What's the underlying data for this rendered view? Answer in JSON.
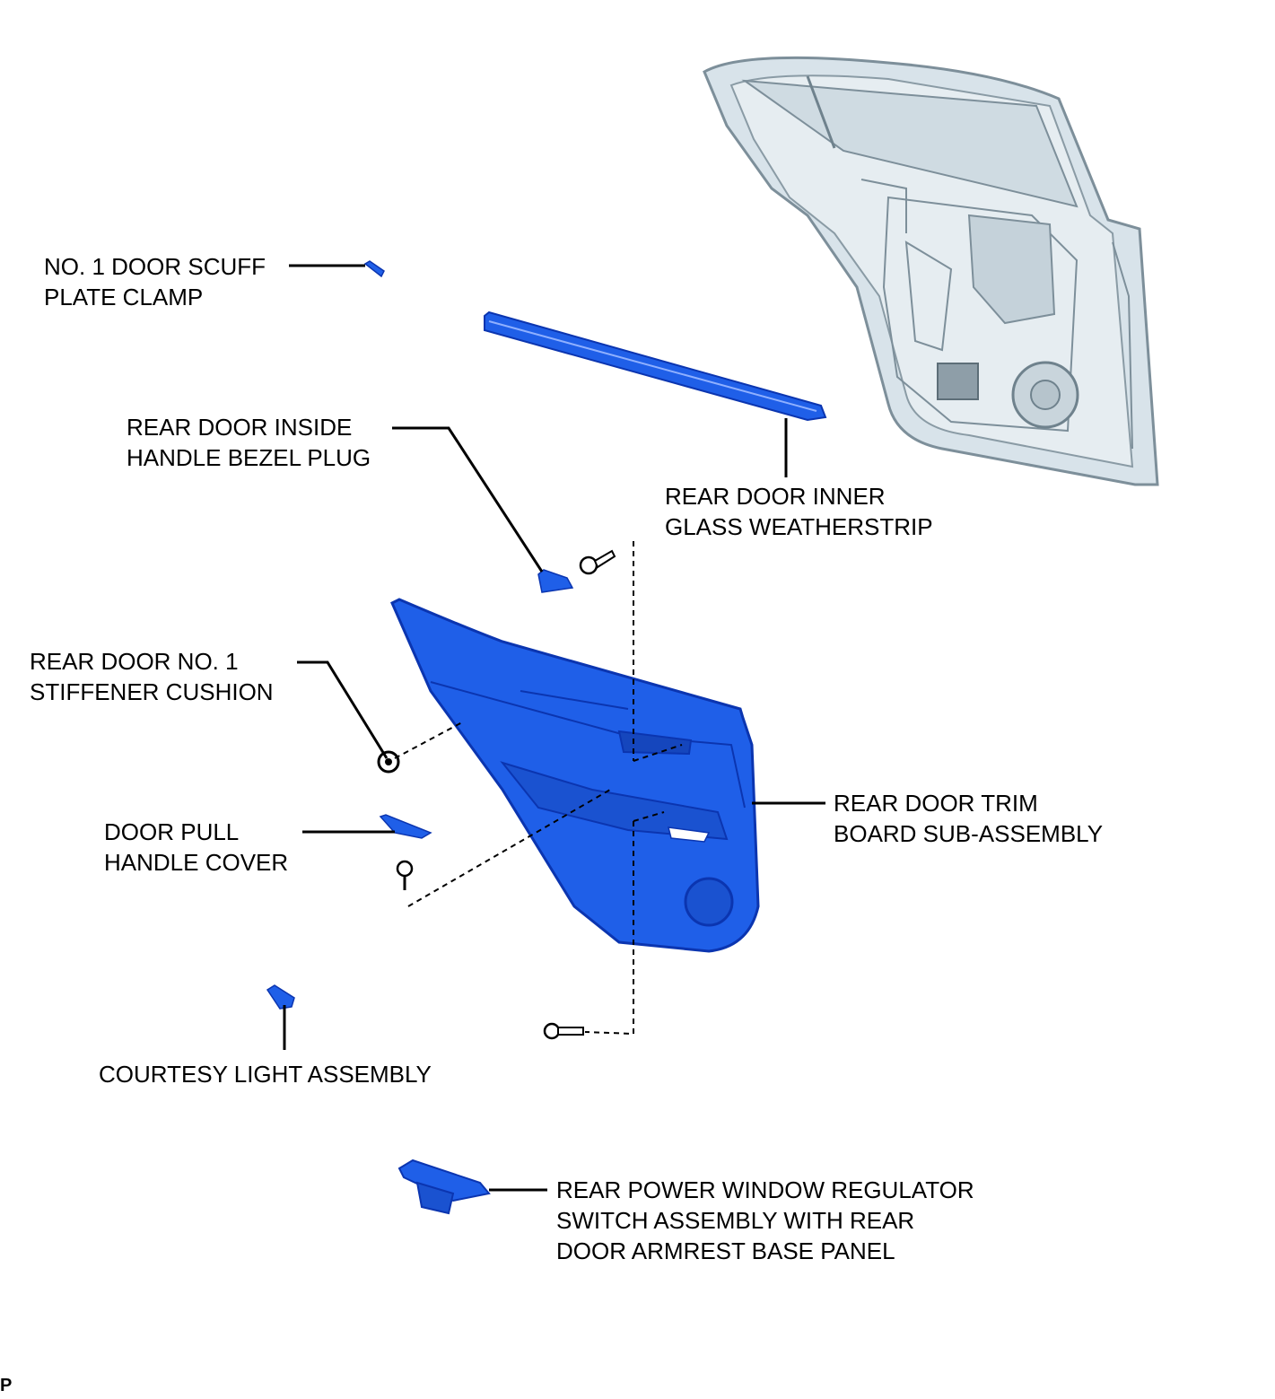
{
  "diagram": {
    "colors": {
      "part_blue": "#1f5fe8",
      "part_dark": "#0b35b0",
      "door_frame": "#d8e3ea",
      "door_line": "#7d8f9a",
      "leader": "#000000"
    },
    "parts": {
      "scuff_plate_clamp": [
        "NO. 1 DOOR SCUFF",
        "PLATE CLAMP"
      ],
      "bezel_plug": [
        "REAR DOOR INSIDE",
        "HANDLE BEZEL PLUG"
      ],
      "weatherstrip": [
        "REAR DOOR INNER",
        "GLASS WEATHERSTRIP"
      ],
      "stiffener_cushion": [
        "REAR DOOR NO. 1",
        "STIFFENER CUSHION"
      ],
      "trim_board": [
        "REAR DOOR TRIM",
        "BOARD SUB-ASSEMBLY"
      ],
      "pull_handle_cover": [
        "DOOR PULL",
        "HANDLE COVER"
      ],
      "courtesy_light": [
        "COURTESY LIGHT ASSEMBLY"
      ],
      "window_switch": [
        "REAR POWER WINDOW REGULATOR",
        "SWITCH ASSEMBLY WITH REAR",
        "DOOR ARMREST BASE PANEL"
      ]
    },
    "corner_mark": "P"
  }
}
